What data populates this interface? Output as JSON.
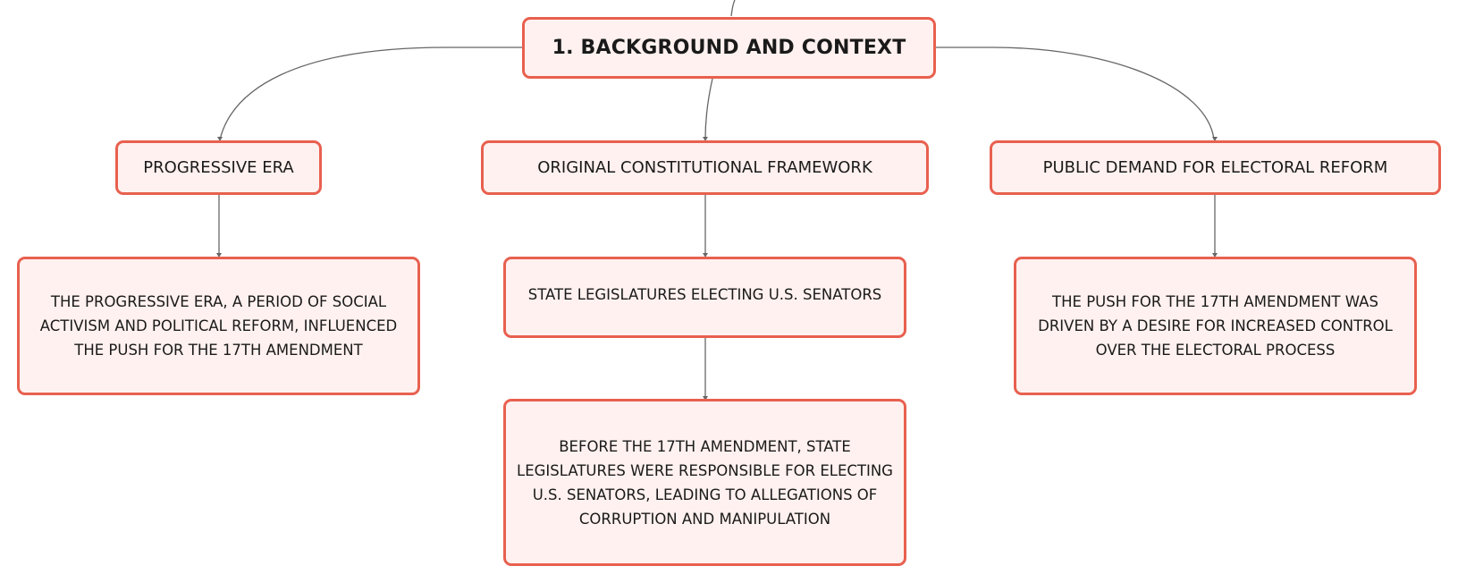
{
  "diagram": {
    "root": {
      "label": "1. BACKGROUND AND CONTEXT"
    },
    "branches": [
      {
        "label": "PROGRESSIVE ERA",
        "details": [
          "THE PROGRESSIVE ERA, A PERIOD OF SOCIAL ACTIVISM AND POLITICAL REFORM, INFLUENCED THE PUSH FOR THE 17TH AMENDMENT"
        ]
      },
      {
        "label": "ORIGINAL CONSTITUTIONAL FRAMEWORK",
        "details": [
          "STATE LEGISLATURES ELECTING U.S. SENATORS",
          "BEFORE THE 17TH AMENDMENT, STATE LEGISLATURES WERE RESPONSIBLE FOR ELECTING U.S. SENATORS, LEADING TO ALLEGATIONS OF CORRUPTION AND MANIPULATION"
        ]
      },
      {
        "label": "PUBLIC DEMAND FOR ELECTORAL REFORM",
        "details": [
          "THE PUSH FOR THE 17TH AMENDMENT WAS DRIVEN BY A DESIRE FOR INCREASED CONTROL OVER THE ELECTORAL PROCESS"
        ]
      }
    ]
  },
  "colors": {
    "node_border": "#e8604f",
    "node_fill": "#fff1ef",
    "connector": "#666666",
    "text": "#1a1a1a"
  }
}
